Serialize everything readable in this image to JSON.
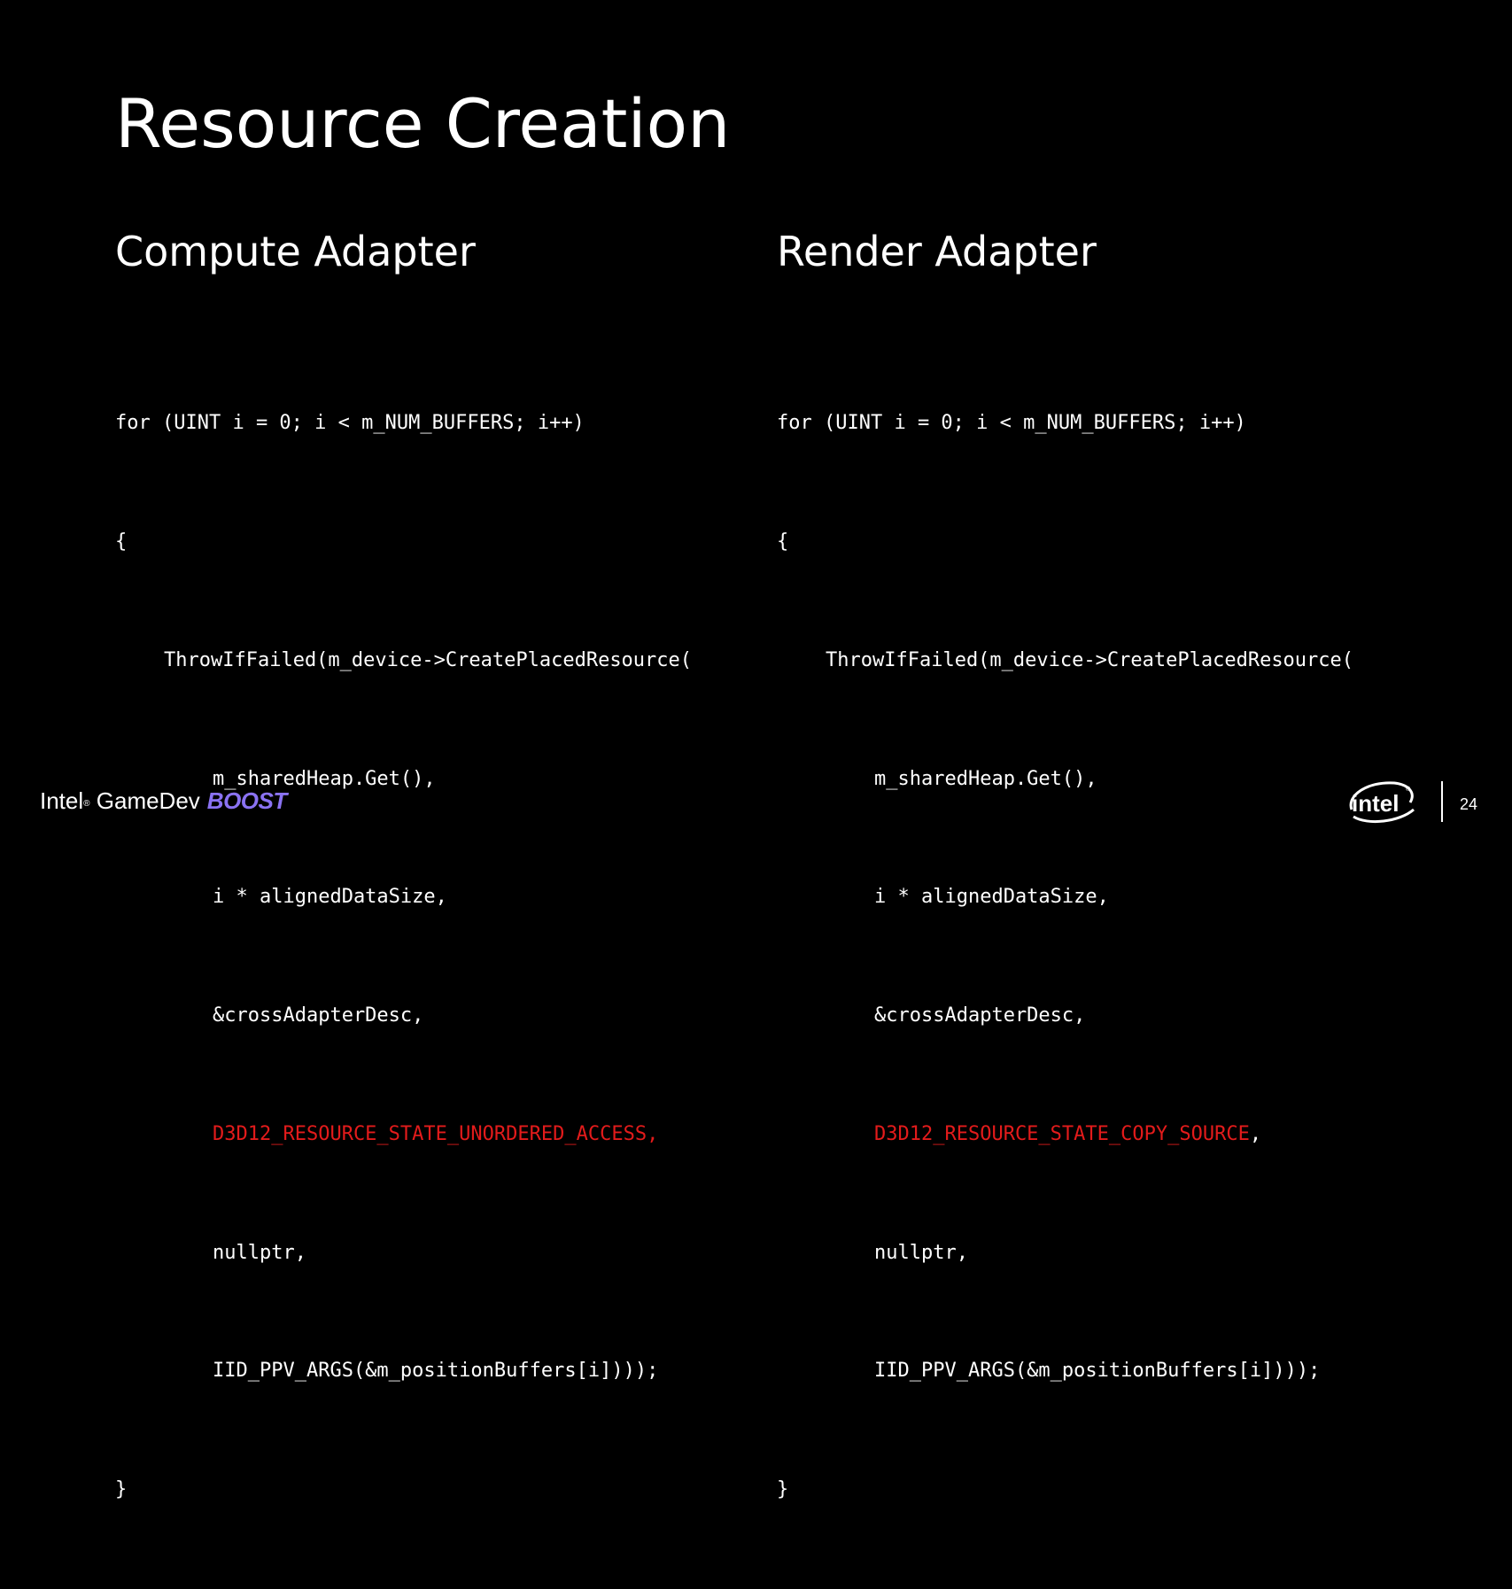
{
  "slide": {
    "title": "Resource Creation",
    "page_number": "24"
  },
  "left_column": {
    "heading": "Compute Adapter",
    "code": {
      "line1": "for (UINT i = 0; i < m_NUM_BUFFERS; i++)",
      "line2": "{",
      "line3": "ThrowIfFailed(m_device->CreatePlacedResource(",
      "line4": "m_sharedHeap.Get(),",
      "line5": "i * alignedDataSize,",
      "line6": "&crossAdapterDesc,",
      "line7_highlight": "D3D12_RESOURCE_STATE_UNORDERED_ACCESS,",
      "line7_rest": "",
      "line8": "nullptr,",
      "line9": "IID_PPV_ARGS(&m_positionBuffers[i])));",
      "line10": "}"
    }
  },
  "right_column": {
    "heading": "Render Adapter",
    "code": {
      "line1": "for (UINT i = 0; i < m_NUM_BUFFERS; i++)",
      "line2": "{",
      "line3": "ThrowIfFailed(m_device->CreatePlacedResource(",
      "line4": "m_sharedHeap.Get(),",
      "line5": "i * alignedDataSize,",
      "line6": "&crossAdapterDesc,",
      "line7_highlight": "D3D12_RESOURCE_STATE_COPY_SOURCE",
      "line7_rest": ",",
      "line8": "nullptr,",
      "line9": "IID_PPV_ARGS(&m_positionBuffers[i])));",
      "line10": "}"
    }
  },
  "footer": {
    "brand_intel": "Intel",
    "brand_reg": "®",
    "brand_gamedev": " GameDev",
    "brand_boost": "BOOST",
    "logo_text": "intel",
    "logo_reg": "®"
  },
  "colors": {
    "background": "#000000",
    "text": "#ffffff",
    "highlight": "#e31b1b",
    "boost": "#8a72f2"
  }
}
